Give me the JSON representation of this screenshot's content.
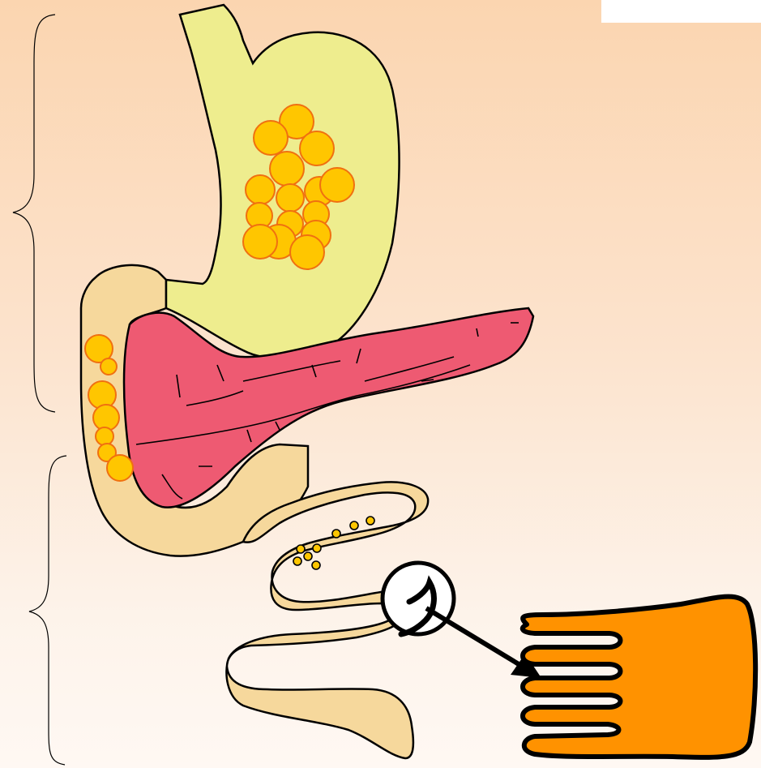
{
  "diagram": {
    "regions": [
      "upper-digestive-bracket",
      "lower-digestive-bracket"
    ],
    "organs": [
      "stomach",
      "duodenum",
      "pancreas",
      "small-intestine",
      "villi-enlargement"
    ],
    "colors": {
      "stomach": "#eeed8e",
      "pancreas": "#ee5a72",
      "intestine": "#f6d89c",
      "food_particle": "#ffc600",
      "food_particle_stroke": "#f07010",
      "villi": "#ff9200",
      "outline": "#000000"
    },
    "icons": [
      "magnifier-circle-icon",
      "arrow-icon"
    ]
  }
}
